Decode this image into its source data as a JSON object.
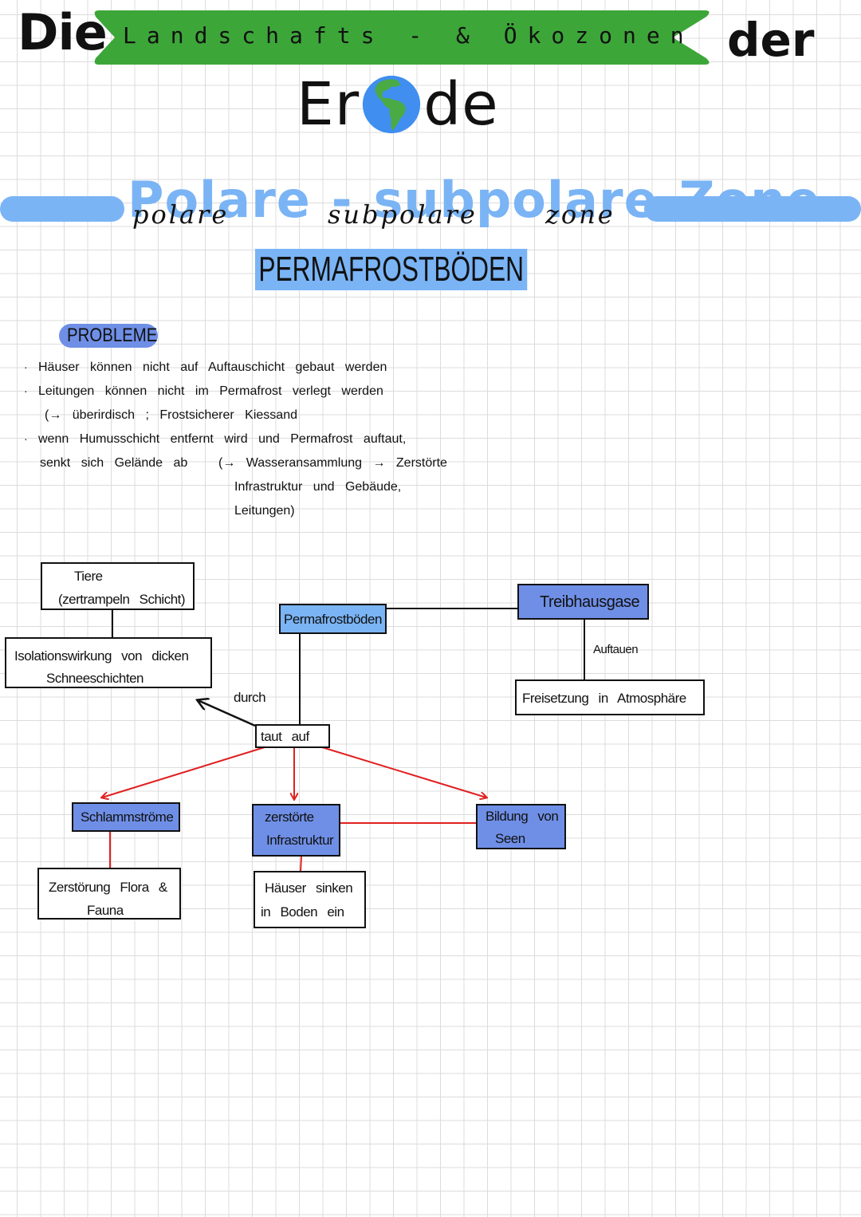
{
  "header": {
    "word_left": "Die",
    "banner_text": "Landschafts - & Ökozonen",
    "word_right": "der",
    "erde_prefix": "Er",
    "erde_suffix": "de",
    "globe_icon": "globe-americas-icon"
  },
  "colors": {
    "banner_green": "#3da639",
    "title_blue": "#7ab4f5",
    "box_blue": "#6f8fe6",
    "arrow_red": "#e02020",
    "grid": "#dcdcdc"
  },
  "zone": {
    "title_words": [
      "Polare",
      "-",
      "subpolare",
      "Zone"
    ],
    "script_words": [
      "polare",
      "subpolare",
      "zone"
    ],
    "subtitle": "PERMAFROSTBÖDEN"
  },
  "problems": {
    "heading": "PROBLEME",
    "lines": [
      {
        "bullet": true,
        "text": "Häuser können nicht auf Auftauschicht gebaut werden"
      },
      {
        "bullet": true,
        "text": "Leitungen können nicht im Permafrost verlegt werden"
      },
      {
        "bullet": false,
        "text": "(→ überirdisch ; Frostsicherer Kiessand"
      },
      {
        "bullet": true,
        "text": "wenn Humusschicht entfernt wird und Permafrost auftaut,"
      },
      {
        "bullet": false,
        "text": "senkt sich Gelände ab"
      },
      {
        "bullet": false,
        "text": "(→ Wasseransammlung → Zerstörte"
      },
      {
        "bullet": false,
        "text": "Infrastruktur und Gebäude,"
      },
      {
        "bullet": false,
        "text": "Leitungen)"
      }
    ]
  },
  "diagram": {
    "tiere": [
      "Tiere",
      "(zertrampeln Schicht)"
    ],
    "isolation": [
      "Isolationswirkung von dicken",
      "Schneeschichten"
    ],
    "permafrost": "Permafrostböden",
    "treibhaus": "Treibhausgase",
    "auftauen_label": "Auftauen",
    "freisetzung": "Freisetzung in Atmosphäre",
    "durch_label": "durch",
    "taut_auf": "taut auf",
    "schlamm": "Schlammströme",
    "infra": [
      "zerstörte",
      "Infrastruktur"
    ],
    "seen": [
      "Bildung von",
      "Seen"
    ],
    "flora": [
      "Zerstörung Flora &",
      "Fauna"
    ],
    "haeuser": [
      "Häuser sinken",
      "in Boden ein"
    ]
  }
}
